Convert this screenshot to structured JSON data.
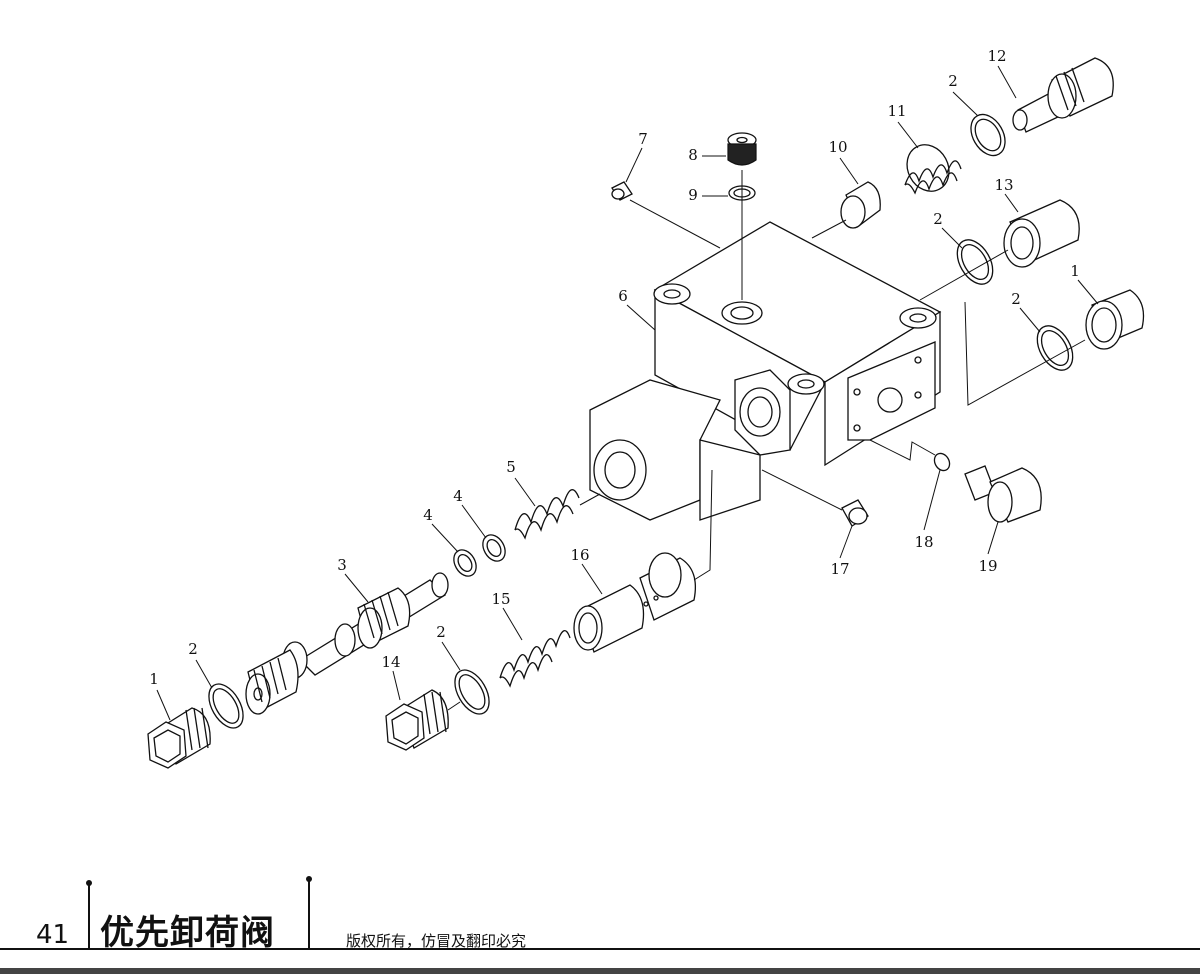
{
  "page": {
    "number": "41",
    "title": "优先卸荷阀",
    "copyright": "版权所有，仿冒及翻印必究"
  },
  "callouts": [
    {
      "id": "c1a",
      "label": "1"
    },
    {
      "id": "c2a",
      "label": "2"
    },
    {
      "id": "c3",
      "label": "3"
    },
    {
      "id": "c4a",
      "label": "4"
    },
    {
      "id": "c4b",
      "label": "4"
    },
    {
      "id": "c5",
      "label": "5"
    },
    {
      "id": "c6",
      "label": "6"
    },
    {
      "id": "c7",
      "label": "7"
    },
    {
      "id": "c8",
      "label": "8"
    },
    {
      "id": "c9",
      "label": "9"
    },
    {
      "id": "c10",
      "label": "10"
    },
    {
      "id": "c11",
      "label": "11"
    },
    {
      "id": "c2b",
      "label": "2"
    },
    {
      "id": "c12",
      "label": "12"
    },
    {
      "id": "c13",
      "label": "13"
    },
    {
      "id": "c2c",
      "label": "2"
    },
    {
      "id": "c1b",
      "label": "1"
    },
    {
      "id": "c2d",
      "label": "2"
    },
    {
      "id": "c14",
      "label": "14"
    },
    {
      "id": "c2e",
      "label": "2"
    },
    {
      "id": "c15",
      "label": "15"
    },
    {
      "id": "c16",
      "label": "16"
    },
    {
      "id": "c17",
      "label": "17"
    },
    {
      "id": "c18",
      "label": "18"
    },
    {
      "id": "c19",
      "label": "19"
    }
  ]
}
